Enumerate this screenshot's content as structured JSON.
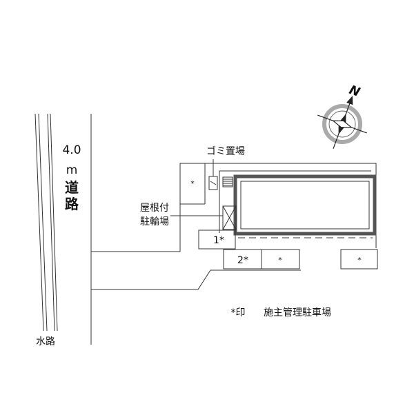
{
  "road": {
    "width_label": "4.0",
    "unit": "m",
    "char1": "道",
    "char2": "路"
  },
  "waterway": {
    "label": "水路"
  },
  "garbage_area": {
    "label": "ゴミ置場"
  },
  "bike_parking": {
    "line1": "屋根付",
    "line2": "駐輪場"
  },
  "parking_spaces": [
    {
      "label": "*"
    },
    {
      "label": "1*"
    },
    {
      "label": "2*"
    },
    {
      "label": "*"
    },
    {
      "label": "*"
    }
  ],
  "legend": {
    "mark": "*印",
    "text": "施主管理駐車場"
  },
  "compass": {
    "north_label": "N"
  },
  "colors": {
    "line": "#333333",
    "building": "#555555",
    "compass_ring": "#aaaaaa"
  }
}
